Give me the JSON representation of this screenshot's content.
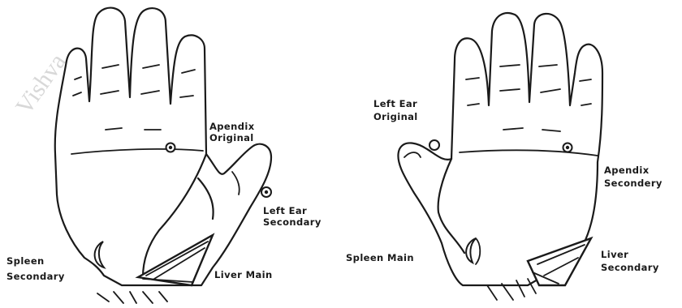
{
  "watermark": "Vishva",
  "left_hand": {
    "labels": {
      "apendix_line1": "Apendix",
      "apendix_line2": "Original",
      "left_ear_line1": "Left Ear",
      "left_ear_line2": "Secondary",
      "spleen_line1": "Spleen",
      "spleen_line2": "Secondary",
      "liver": "Liver Main"
    }
  },
  "right_hand": {
    "labels": {
      "left_ear_line1": "Left Ear",
      "left_ear_line2": "Original",
      "apendix_line1": "Apendix",
      "apendix_line2": "Secondery",
      "spleen": "Spleen Main",
      "liver_line1": "Liver",
      "liver_line2": "Secondary"
    }
  }
}
